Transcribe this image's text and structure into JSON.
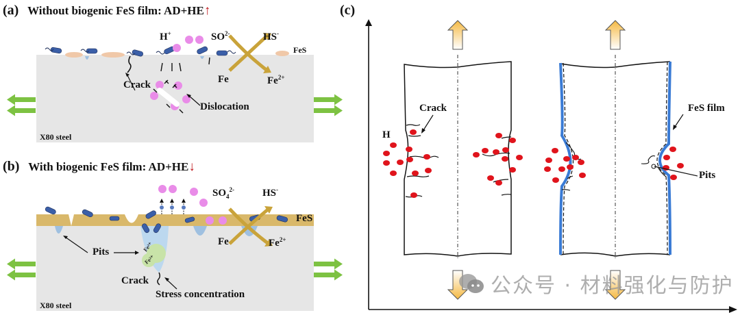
{
  "panel_a": {
    "letter": "(a)",
    "title": "Without biogenic FeS film: AD+HE",
    "trend_arrow": "up",
    "labels": {
      "h_plus": "H",
      "h_plus_sup": "+",
      "sulfate": "SO",
      "sulfate_sup": "2-",
      "hs": "HS",
      "hs_sup": "-",
      "fes": "FeS",
      "fe": "Fe",
      "fe2": "Fe",
      "fe2_sup": "2+",
      "crack": "Crack",
      "dislocation": "Dislocation",
      "steel": "X80 steel"
    }
  },
  "panel_b": {
    "letter": "(b)",
    "title": "With biogenic FeS film: AD+HE",
    "trend_arrow": "down",
    "labels": {
      "sulfate": "SO",
      "sulfate_sub": "4",
      "sulfate_sup": "2-",
      "hs": "HS",
      "hs_sup": "-",
      "fes": "FeS",
      "fe": "Fe",
      "fe2": "Fe",
      "fe2_sup": "2+",
      "pits": "Pits",
      "crack": "Crack",
      "stress": "Stress concentration",
      "steel": "X80 steel",
      "fe_ion": "Fe²⁺"
    }
  },
  "panel_c": {
    "letter": "(c)",
    "labels": {
      "h": "H",
      "crack": "Crack",
      "fes_film": "FeS film",
      "pits": "Pits"
    }
  },
  "watermark": {
    "text": "公众号 · 材料强化与防护",
    "icon": "wechat-icon"
  },
  "colors": {
    "steel": "#e6e6e6",
    "fes_layer": "#d9b86a",
    "fes_particle": "#f0c8a8",
    "bacteria": "#3b5fa8",
    "hydrogen": "#e98ce8",
    "tension_arrow": "#7dc242",
    "cycle_arrow": "#c9a33a",
    "trend_arrow": "#c0171d",
    "h_atom": "#e0141c",
    "fes_film_line": "#3a7bd5",
    "pull_arrow_top": "#f5b942"
  }
}
